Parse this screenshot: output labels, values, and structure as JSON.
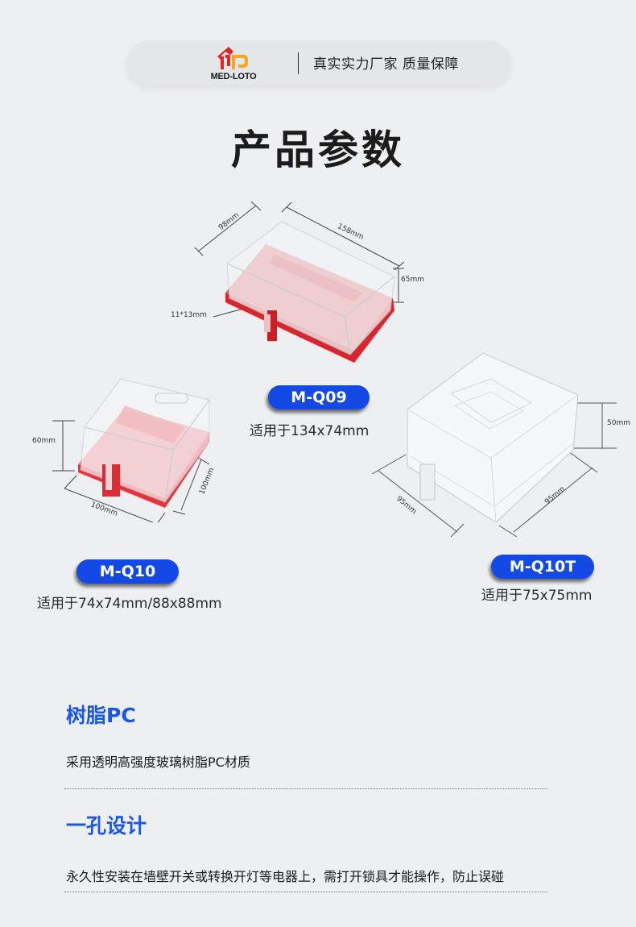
{
  "header": {
    "brand_name": "MED-LOTO",
    "slogan": "真实实力厂家 质量保障",
    "logo_colors": {
      "red": "#e52421",
      "orange": "#f6a623"
    }
  },
  "page_title": "产品参数",
  "products": [
    {
      "model": "M-Q09",
      "fits": "适用于134x74mm",
      "dimensions": {
        "depth": "98mm",
        "width": "158mm",
        "height": "65mm",
        "hole": "11*13mm"
      },
      "base_color": "#d9262e"
    },
    {
      "model": "M-Q10",
      "fits": "适用于74x74mm/88x88mm",
      "dimensions": {
        "height": "60mm",
        "width": "100mm",
        "depth": "100mm"
      },
      "base_color": "#e8333c"
    },
    {
      "model": "M-Q10T",
      "fits": "适用于75x75mm",
      "dimensions": {
        "height": "50mm",
        "width": "95mm",
        "depth": "95mm"
      },
      "base_color": "transparent"
    }
  ],
  "features": [
    {
      "title": "树脂PC",
      "description": "采用透明高强度玻璃树脂PC材质"
    },
    {
      "title": "一孔设计",
      "description": "永久性安装在墙壁开关或转换开灯等电器上，需打开锁具才能操作，防止误碰"
    }
  ],
  "colors": {
    "badge_blue": "#1549e6",
    "feature_title_blue": "#1b56e8",
    "background": "#eeeff1"
  }
}
